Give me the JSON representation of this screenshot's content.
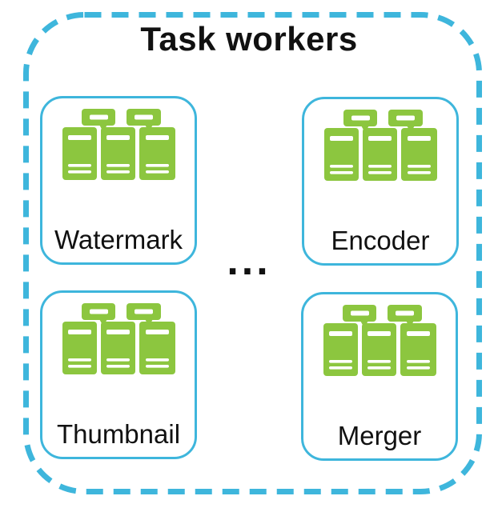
{
  "diagram": {
    "title": "Task workers",
    "ellipsis": "...",
    "workers": [
      {
        "id": "watermark",
        "label": "Watermark"
      },
      {
        "id": "encoder",
        "label": "Encoder"
      },
      {
        "id": "thumbnail",
        "label": "Thumbnail"
      },
      {
        "id": "merger",
        "label": "Merger"
      }
    ],
    "colors": {
      "accent_cyan": "#3EB6DC",
      "icon_green": "#8CC63F",
      "text": "#111111",
      "background": "#FFFFFF"
    }
  }
}
